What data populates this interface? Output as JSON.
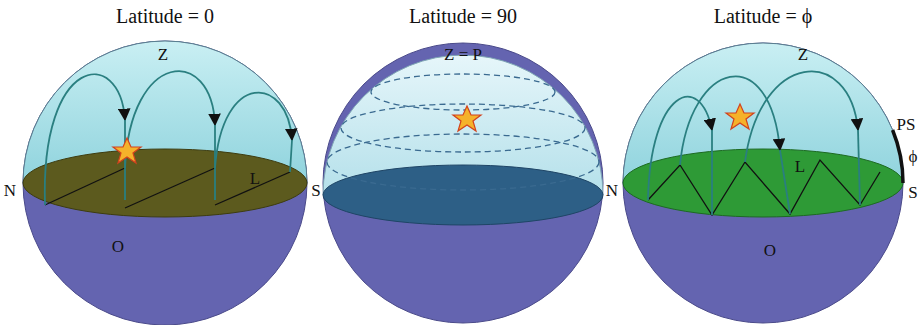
{
  "diagram": {
    "labels": [
      "Latitude = 0",
      "Latitude = 90",
      "Latitude = ϕ",
      "Z",
      "N",
      "L",
      "S",
      "O",
      "Z = P",
      "Z",
      "PS",
      "ϕ",
      "N",
      "L",
      "S",
      "O"
    ]
  }
}
